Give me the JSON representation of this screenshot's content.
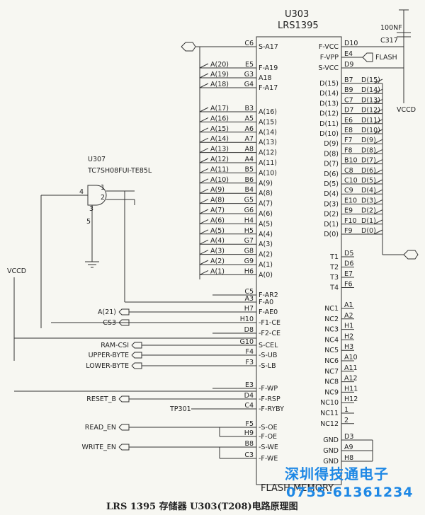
{
  "u303": {
    "ref": "U303",
    "part": "LRS1395",
    "footer": "FLASH MEMORY"
  },
  "u307": {
    "ref": "U307",
    "part": "TC7SH08FUI-TE85L",
    "pins": [
      "1",
      "2",
      "3",
      "4",
      "5"
    ]
  },
  "cap": {
    "value": "100NF",
    "ref": "C317"
  },
  "nets": {
    "vccd_left": "VCCD",
    "vccd_right": "VCCD",
    "flash": "FLASH",
    "tp": "TP301"
  },
  "left_pins": [
    {
      "wire": "",
      "num": "C6",
      "name": "S-A17"
    },
    {
      "wire": "A(20)",
      "num": "E5",
      "name": "F-A19"
    },
    {
      "wire": "A(19)",
      "num": "G3",
      "name": "A18"
    },
    {
      "wire": "A(18)",
      "num": "G4",
      "name": "F-A17"
    },
    {
      "wire": "A(17)",
      "num": "B3",
      "name": "A(16)"
    },
    {
      "wire": "A(16)",
      "num": "A5",
      "name": "A(15)"
    },
    {
      "wire": "A(15)",
      "num": "A6",
      "name": "A(14)"
    },
    {
      "wire": "A(14)",
      "num": "A7",
      "name": "A(13)"
    },
    {
      "wire": "A(13)",
      "num": "A8",
      "name": "A(12)"
    },
    {
      "wire": "A(12)",
      "num": "A4",
      "name": "A(11)"
    },
    {
      "wire": "A(11)",
      "num": "B5",
      "name": "A(10)"
    },
    {
      "wire": "A(10)",
      "num": "B6",
      "name": "A(9)"
    },
    {
      "wire": "A(9)",
      "num": "B4",
      "name": "A(8)"
    },
    {
      "wire": "A(8)",
      "num": "G5",
      "name": "A(7)"
    },
    {
      "wire": "A(7)",
      "num": "G6",
      "name": "A(6)"
    },
    {
      "wire": "A(6)",
      "num": "H4",
      "name": "A(5)"
    },
    {
      "wire": "A(5)",
      "num": "H5",
      "name": "A(4)"
    },
    {
      "wire": "A(4)",
      "num": "G7",
      "name": "A(3)"
    },
    {
      "wire": "A(3)",
      "num": "G8",
      "name": "A(2)"
    },
    {
      "wire": "A(2)",
      "num": "G9",
      "name": "A(1)"
    },
    {
      "wire": "A(1)",
      "num": "H6",
      "name": "A(0)"
    }
  ],
  "control_pins": [
    {
      "signal": "",
      "num": "C5",
      "name": "F-AR2"
    },
    {
      "signal": "",
      "num": "A3",
      "name": "F-A0"
    },
    {
      "signal": "A(21)",
      "num": "H7",
      "name": "F-AE0"
    },
    {
      "signal": "CS3",
      "num": "H10",
      "name": "-F1-CE"
    },
    {
      "signal": "",
      "num": "D8",
      "name": "-F2-CE"
    },
    {
      "signal": "RAM-CSI",
      "num": "G10",
      "name": "S-CEL"
    },
    {
      "signal": "UPPER-BYTE",
      "num": "F4",
      "name": "-S-UB"
    },
    {
      "signal": "LOWER-BYTE",
      "num": "F3",
      "name": "-S-LB"
    },
    {
      "signal": "",
      "num": "E3",
      "name": "-F-WP"
    },
    {
      "signal": "RESET_B",
      "num": "D4",
      "name": "-F-RSP"
    },
    {
      "signal": "",
      "num": "C4",
      "name": "-F-RYBY"
    },
    {
      "signal": "READ_EN",
      "num": "F5",
      "name": "-S-OE"
    },
    {
      "signal": "",
      "num": "H9",
      "name": "-F-OE"
    },
    {
      "signal": "WRITE_EN",
      "num": "B8",
      "name": "-S-WE"
    },
    {
      "signal": "",
      "num": "C3",
      "name": "-F-WE"
    }
  ],
  "right_top_pins": [
    {
      "name": "F-VCC",
      "num": "D10"
    },
    {
      "name": "F-VPP",
      "num": "E4"
    },
    {
      "name": "S-VCC",
      "num": "D9"
    }
  ],
  "data_pins": [
    {
      "name": "D(15)",
      "num": "B7",
      "wire": "D(15)"
    },
    {
      "name": "D(14)",
      "num": "B9",
      "wire": "D(14)"
    },
    {
      "name": "D(13)",
      "num": "C7",
      "wire": "D(13)"
    },
    {
      "name": "D(12)",
      "num": "D7",
      "wire": "D(12)"
    },
    {
      "name": "D(11)",
      "num": "E6",
      "wire": "D(11)"
    },
    {
      "name": "D(10)",
      "num": "E8",
      "wire": "D(10)"
    },
    {
      "name": "D(9)",
      "num": "F7",
      "wire": "D(9)"
    },
    {
      "name": "D(8)",
      "num": "F8",
      "wire": "D(8)"
    },
    {
      "name": "D(7)",
      "num": "B10",
      "wire": "D(7)"
    },
    {
      "name": "D(6)",
      "num": "C8",
      "wire": "D(6)"
    },
    {
      "name": "D(5)",
      "num": "C10",
      "wire": "D(5)"
    },
    {
      "name": "D(4)",
      "num": "C9",
      "wire": "D(4)"
    },
    {
      "name": "D(3)",
      "num": "E10",
      "wire": "D(3)"
    },
    {
      "name": "D(2)",
      "num": "E9",
      "wire": "D(2)"
    },
    {
      "name": "D(1)",
      "num": "F10",
      "wire": "D(1)"
    },
    {
      "name": "D(0)",
      "num": "F9",
      "wire": "D(0)"
    }
  ],
  "test_pins": [
    {
      "name": "T1",
      "num": "D5"
    },
    {
      "name": "T2",
      "num": "D6"
    },
    {
      "name": "T3",
      "num": "E7"
    },
    {
      "name": "T4",
      "num": "F6"
    }
  ],
  "nc_pins": [
    {
      "name": "NC1",
      "num": "A1"
    },
    {
      "name": "NC2",
      "num": "A2"
    },
    {
      "name": "NC3",
      "num": "H1"
    },
    {
      "name": "NC4",
      "num": "H2"
    },
    {
      "name": "NC5",
      "num": "H3"
    },
    {
      "name": "NC6",
      "num": "A10"
    },
    {
      "name": "NC7",
      "num": "A11"
    },
    {
      "name": "NC8",
      "num": "A12"
    },
    {
      "name": "NC9",
      "num": "H11"
    },
    {
      "name": "NC10",
      "num": "H12"
    },
    {
      "name": "NC11",
      "num": "1"
    },
    {
      "name": "NC12",
      "num": "2"
    }
  ],
  "gnd_pins": [
    {
      "name": "GND",
      "num": "D3"
    },
    {
      "name": "GND",
      "num": "A9"
    },
    {
      "name": "GND",
      "num": "H8"
    }
  ],
  "watermark": {
    "line1": "深圳得技通电子",
    "line2": "0755-61361234"
  },
  "caption": "LRS 1395 存储器 U303(T208)电路原理图"
}
